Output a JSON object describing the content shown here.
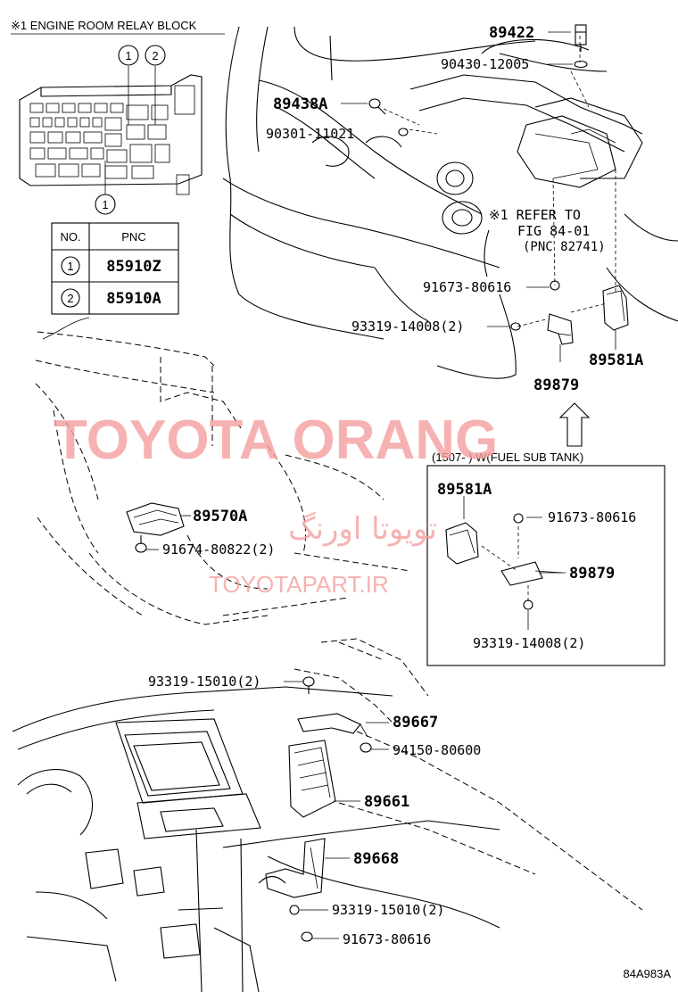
{
  "relay_block": {
    "title": "※1 ENGINE ROOM RELAY BLOCK",
    "callouts": [
      "1",
      "2",
      "1"
    ]
  },
  "pnc_table": {
    "headers": [
      "NO.",
      "PNC"
    ],
    "rows": [
      {
        "no": "1",
        "pnc": "85910Z"
      },
      {
        "no": "2",
        "pnc": "85910A"
      }
    ]
  },
  "parts": {
    "p89422": "89422",
    "p90430": "90430-12005",
    "p89438A": "89438A",
    "p90301": "90301-11021",
    "refer1": "※1 REFER TO",
    "refer2": "FIG 84-01",
    "refer3": "(PNC 82741)",
    "p91673a": "91673-80616",
    "p93319a": "93319-14008(2)",
    "p89581A": "89581A",
    "p89879": "89879",
    "p89570A": "89570A",
    "p91674": "91674-80822(2)",
    "p93319b": "93319-15010(2)",
    "p89667": "89667",
    "p94150": "94150-80600",
    "p89661": "89661",
    "p89668": "89668",
    "p93319c": "93319-15010(2)",
    "p91673c": "91673-80616"
  },
  "inset": {
    "condition": "(1507-        ) W(FUEL SUB TANK)",
    "p89581A": "89581A",
    "p91673": "91673-80616",
    "p89879": "89879",
    "p93319": "93319-14008(2)"
  },
  "watermark": {
    "main": "TOYOTA ORANG",
    "farsi": "تویوتا اورنگ",
    "url": "TOYOTAPART.IR"
  },
  "figure_code": "84A983A"
}
